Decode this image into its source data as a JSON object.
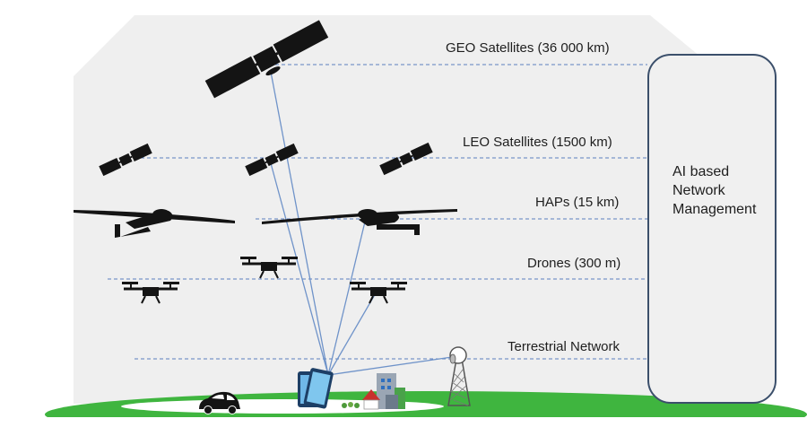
{
  "layers": {
    "geo": "GEO Satellites (36 000 km)",
    "leo": "LEO Satellites (1500 km)",
    "haps": "HAPs (15 km)",
    "drones": "Drones (300 m)",
    "terrestrial": "Terrestrial Network"
  },
  "management": {
    "label": "AI based\nNetwork\nManagement"
  },
  "colors": {
    "sky": "#efefef",
    "ground": "#3fb53f",
    "dashed_line": "#5b7fbf",
    "link_line": "#6f93c9",
    "box_border": "#3b4f6b",
    "craft": "#141414"
  }
}
